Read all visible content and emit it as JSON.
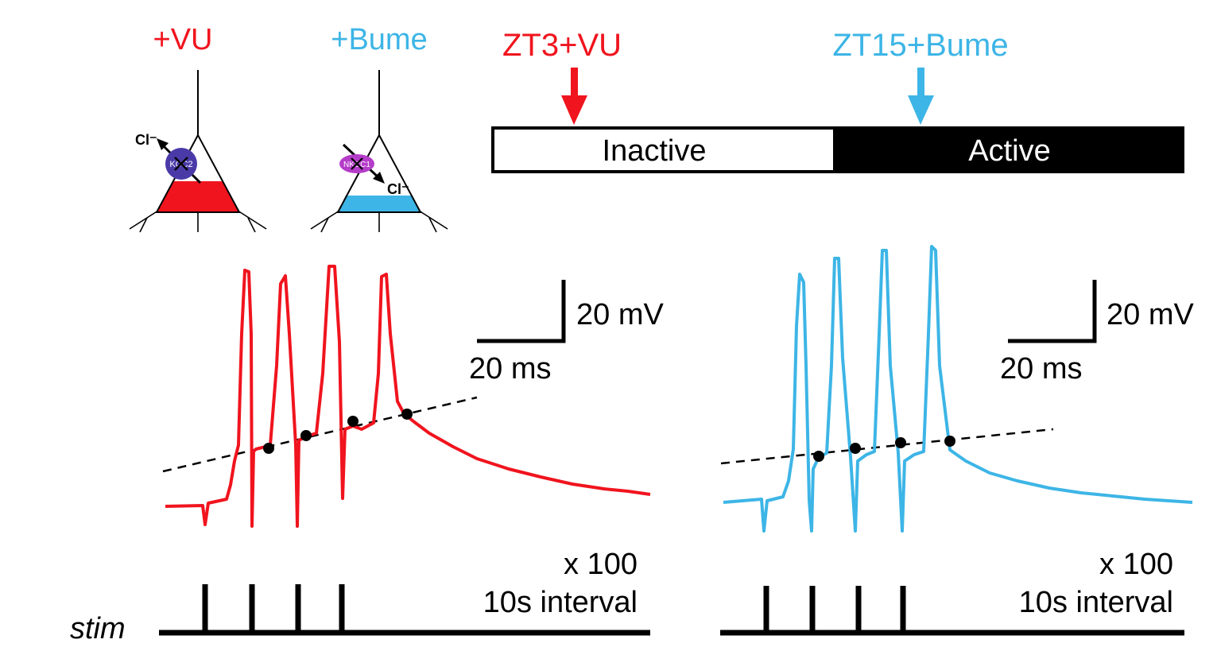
{
  "colors": {
    "red": "#f0141e",
    "blue": "#3db5e6",
    "black": "#000000",
    "kcc2_purple": "#4a3aa8",
    "nkcc1_magenta": "#b43cc8"
  },
  "neurons": {
    "left": {
      "label": "+VU",
      "transporter": "KCC2",
      "ion": "Cl⁻",
      "fill_color_key": "red"
    },
    "right": {
      "label": "+Bume",
      "transporter": "NKCC1",
      "ion": "Cl⁻",
      "fill_color_key": "blue"
    }
  },
  "timeline": {
    "left_marker": "ZT3+VU",
    "right_marker": "ZT15+Bume",
    "inactive_label": "Inactive",
    "active_label": "Active"
  },
  "traces": {
    "left": {
      "scale_voltage": "20 mV",
      "scale_time": "20 ms",
      "repeat_label": "x 100",
      "interval_label": "10s interval"
    },
    "right": {
      "scale_voltage": "20 mV",
      "scale_time": "20 ms",
      "repeat_label": "x 100",
      "interval_label": "10s interval"
    }
  },
  "stim_label": "stim"
}
